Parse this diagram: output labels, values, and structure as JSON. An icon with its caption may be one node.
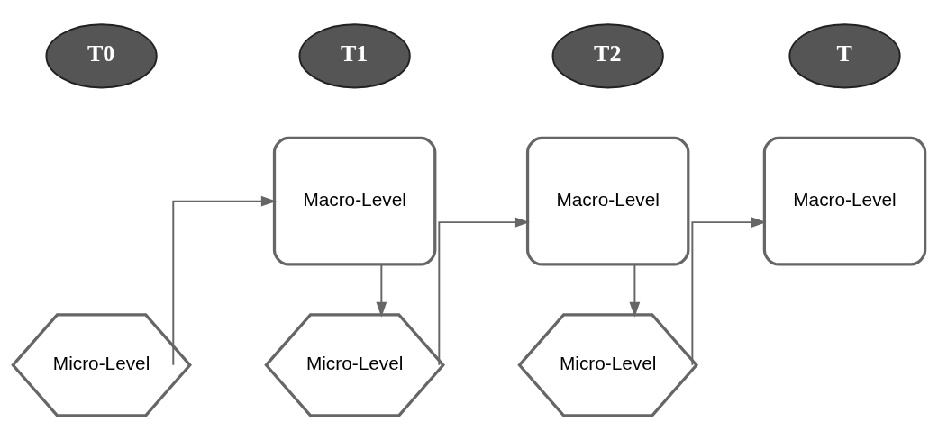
{
  "diagram": {
    "nodes": [
      {
        "text": [
          "T0"
        ]
      },
      {
        "text": [
          "T1"
        ]
      },
      {
        "text": [
          "T2"
        ]
      },
      {
        "text": [
          "T"
        ]
      },
      {
        "text": [
          "Macro-Level"
        ]
      },
      {
        "text": [
          "Macro-Level"
        ]
      },
      {
        "text": [
          "Macro-Level"
        ]
      },
      {
        "text": [
          "Micro-Level"
        ]
      },
      {
        "text": [
          "Micro-Level"
        ]
      },
      {
        "text": [
          "Micro-Level"
        ]
      }
    ],
    "edges": [
      {
        "from": 7,
        "to": 4,
        "arrow": "to"
      },
      {
        "from": 4,
        "to": 8,
        "arrow": "to"
      },
      {
        "from": 8,
        "to": 5,
        "arrow": "to"
      },
      {
        "from": 5,
        "to": 9,
        "arrow": "to"
      },
      {
        "from": 9,
        "to": 6,
        "arrow": "to"
      }
    ]
  }
}
